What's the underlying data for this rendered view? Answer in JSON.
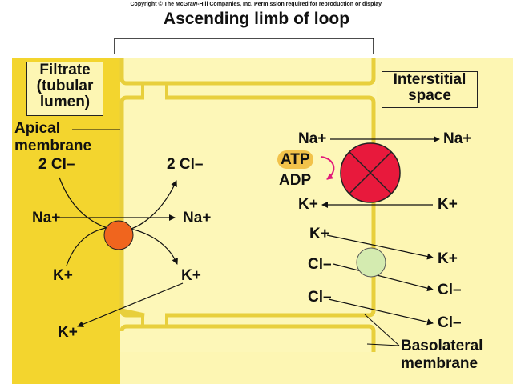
{
  "copyright": "Copyright © The McGraw-Hill Companies, Inc. Permission required for reproduction or display.",
  "title": "Ascending limb of loop",
  "filtrate_label": [
    "Filtrate",
    "(tubular",
    "lumen)"
  ],
  "interstitial_label": [
    "Interstitial",
    "space"
  ],
  "apical_label": [
    "Apical",
    "membrane"
  ],
  "basolateral_label": [
    "Basolateral",
    "membrane"
  ],
  "ions": {
    "cl2_left": "2 Cl–",
    "cl2_right": "2 Cl–",
    "na_left": "Na+",
    "na_right": "Na+",
    "k_left": "K+",
    "k_right": "K+",
    "k_out": "K+",
    "pump_na_in": "Na+",
    "pump_na_out": "Na+",
    "atp": "ATP",
    "adp": "ADP",
    "pump_k_in": "K+",
    "pump_k_out": "K+",
    "chan_k_in": "K+",
    "chan_k_out": "K+",
    "cl_in_1": "Cl–",
    "cl_out_1": "Cl–",
    "cl_in_2": "Cl–",
    "cl_out_2": "Cl–"
  },
  "colors": {
    "lumen": "#f3d52e",
    "cell": "#fdf7b8",
    "interstitial": "#fdf6b3",
    "cotransporter": "#f0651e",
    "pump": "#e8193c",
    "channel": "#d4ebb0",
    "adp_arrow": "#e2187a"
  }
}
